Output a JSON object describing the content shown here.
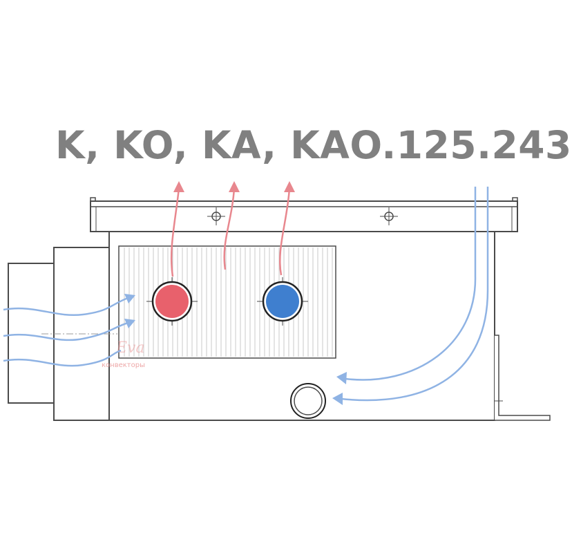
{
  "title": "K, KO, KA, KAO.125.243",
  "watermark": {
    "logo_text": "Eva",
    "caption": "конвекторы"
  },
  "colors": {
    "title": "#808080",
    "outline": "#4a4a4a",
    "hot_pipe": "#e8616c",
    "cold_pipe": "#3f7fcf",
    "warm_airflow": "#e8878e",
    "cool_airflow": "#8fb3e4",
    "grille_lines": "#c8c8c8",
    "watermark": "#e88a8a"
  },
  "icons": {
    "warm_air": "upward-arrow",
    "cool_air": "curved-arrow",
    "mount_point": "crosshair-circle"
  }
}
